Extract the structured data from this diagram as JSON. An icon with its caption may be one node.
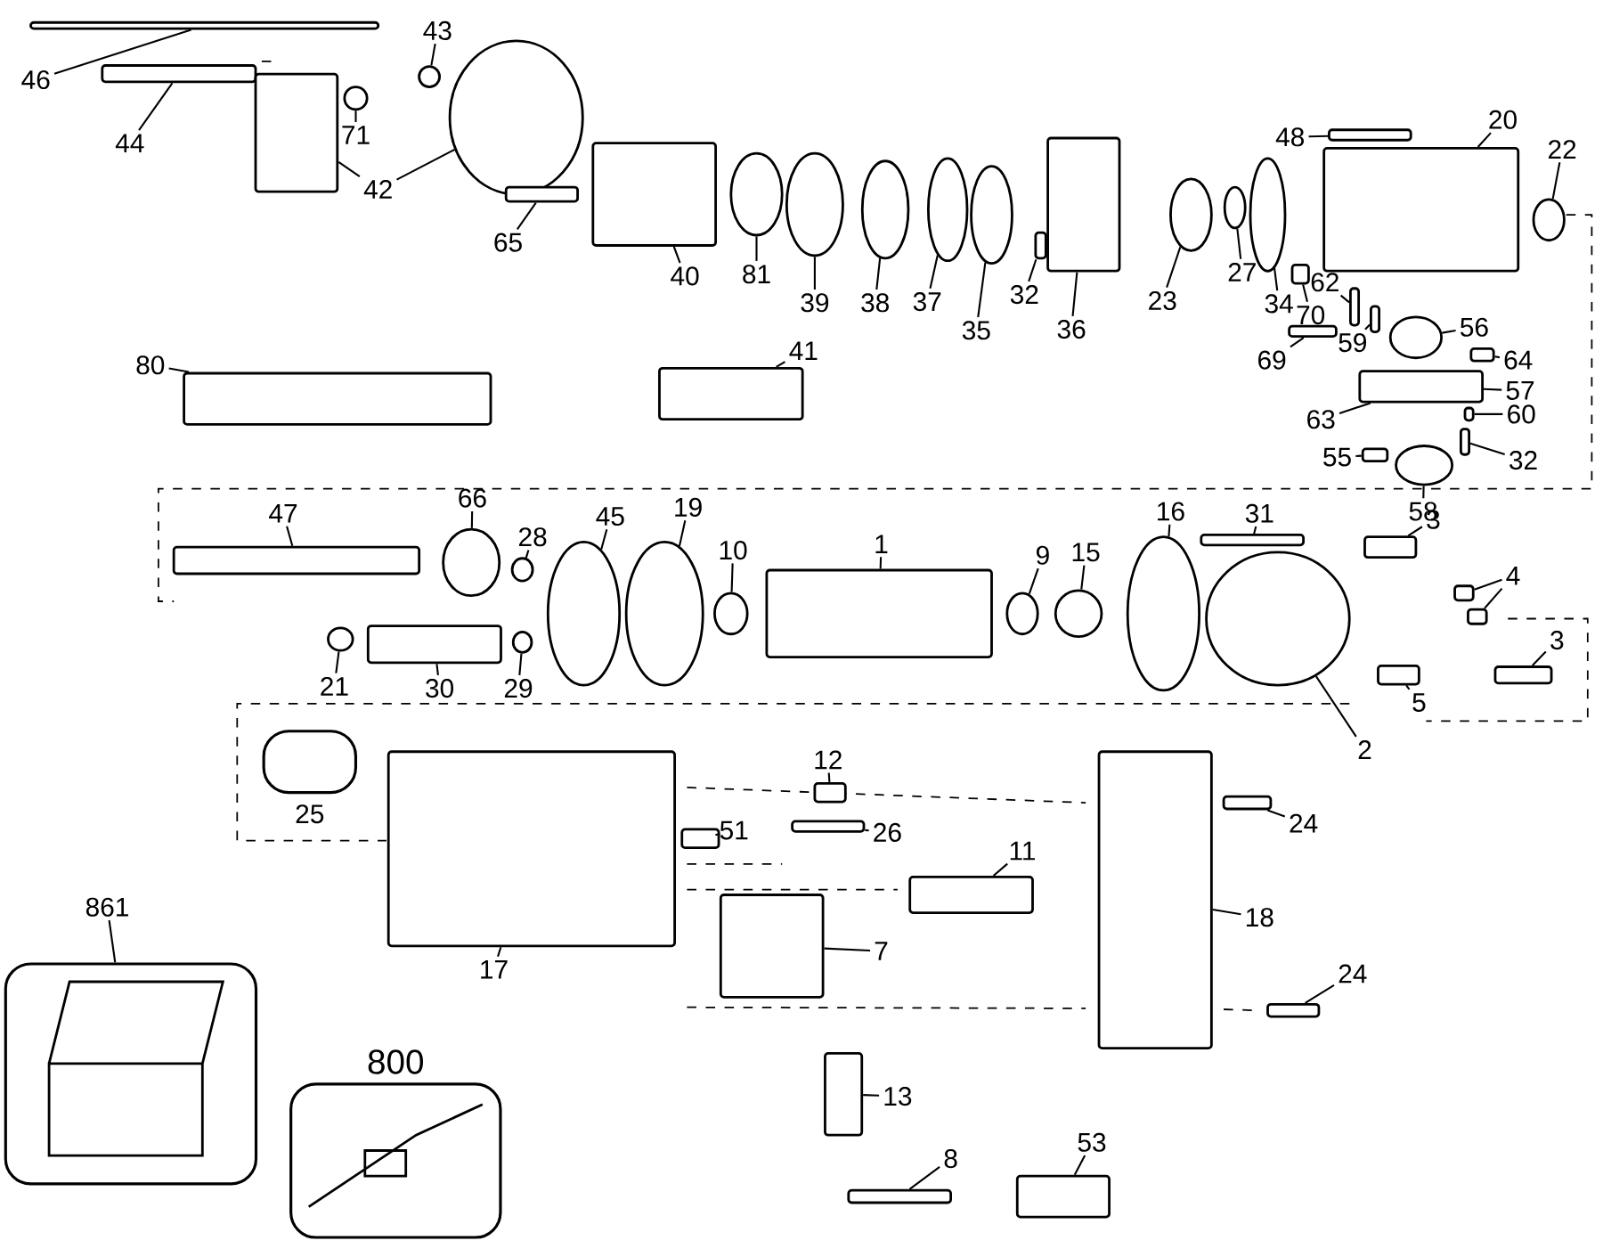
{
  "diagram": {
    "nodes": [
      {
        "text": [
          "46"
        ]
      },
      {
        "text": [],
        "shape": "box"
      },
      {
        "text": [
          "44"
        ]
      },
      {
        "text": [],
        "shape": "box"
      },
      {
        "text": [
          "71"
        ]
      },
      {
        "text": [],
        "shape": "ellipse"
      },
      {
        "text": [
          "42"
        ]
      },
      {
        "text": [],
        "shape": "box"
      },
      {
        "text": [],
        "shape": "ellipse"
      },
      {
        "text": [
          "43"
        ]
      },
      {
        "text": [],
        "shape": "ellipse"
      },
      {
        "text": [
          "65"
        ]
      },
      {
        "text": [],
        "shape": "box"
      },
      {
        "text": [
          "40"
        ]
      },
      {
        "text": [],
        "shape": "box"
      },
      {
        "text": [
          "81"
        ]
      },
      {
        "text": [],
        "shape": "ellipse"
      },
      {
        "text": [
          "39"
        ]
      },
      {
        "text": [],
        "shape": "ellipse"
      },
      {
        "text": [
          "38"
        ]
      },
      {
        "text": [],
        "shape": "ellipse"
      },
      {
        "text": [
          "37"
        ]
      },
      {
        "text": [],
        "shape": "ellipse"
      },
      {
        "text": [
          "35"
        ]
      },
      {
        "text": [],
        "shape": "ellipse"
      },
      {
        "text": [
          "32"
        ]
      },
      {
        "text": [],
        "shape": "box"
      },
      {
        "text": [
          "36"
        ]
      },
      {
        "text": [],
        "shape": "box"
      },
      {
        "text": [
          "23"
        ]
      },
      {
        "text": [],
        "shape": "ellipse"
      },
      {
        "text": [
          "27"
        ]
      },
      {
        "text": [],
        "shape": "ellipse"
      },
      {
        "text": [
          "34"
        ]
      },
      {
        "text": [],
        "shape": "ellipse"
      },
      {
        "text": [
          "48"
        ]
      },
      {
        "text": [],
        "shape": "box"
      },
      {
        "text": [
          "20"
        ]
      },
      {
        "text": [],
        "shape": "box"
      },
      {
        "text": [
          "22"
        ]
      },
      {
        "text": [],
        "shape": "ellipse"
      },
      {
        "text": [
          "70"
        ]
      },
      {
        "text": [],
        "shape": "box"
      },
      {
        "text": [
          "62"
        ]
      },
      {
        "text": [],
        "shape": "box"
      },
      {
        "text": [
          "59"
        ]
      },
      {
        "text": [],
        "shape": "box"
      },
      {
        "text": [
          "69"
        ]
      },
      {
        "text": [],
        "shape": "box"
      },
      {
        "text": [
          "56"
        ]
      },
      {
        "text": [],
        "shape": "ellipse"
      },
      {
        "text": [
          "64"
        ]
      },
      {
        "text": [],
        "shape": "box"
      },
      {
        "text": [
          "57"
        ]
      },
      {
        "text": [],
        "shape": "box"
      },
      {
        "text": [
          "63"
        ]
      },
      {
        "text": [
          "60"
        ]
      },
      {
        "text": [],
        "shape": "box"
      },
      {
        "text": [
          "55"
        ]
      },
      {
        "text": [],
        "shape": "box"
      },
      {
        "text": [
          "32"
        ]
      },
      {
        "text": [],
        "shape": "box"
      },
      {
        "text": [
          "58"
        ]
      },
      {
        "text": [],
        "shape": "ellipse"
      },
      {
        "text": [
          "80"
        ]
      },
      {
        "text": [],
        "shape": "box"
      },
      {
        "text": [
          "41"
        ]
      },
      {
        "text": [],
        "shape": "box"
      },
      {
        "text": [
          "47"
        ]
      },
      {
        "text": [],
        "shape": "box"
      },
      {
        "text": [
          "66"
        ]
      },
      {
        "text": [],
        "shape": "ellipse"
      },
      {
        "text": [
          "28"
        ]
      },
      {
        "text": [],
        "shape": "ellipse"
      },
      {
        "text": [
          "45"
        ]
      },
      {
        "text": [],
        "shape": "ellipse"
      },
      {
        "text": [
          "19"
        ]
      },
      {
        "text": [],
        "shape": "ellipse"
      },
      {
        "text": [
          "10"
        ]
      },
      {
        "text": [],
        "shape": "ellipse"
      },
      {
        "text": [
          "1"
        ]
      },
      {
        "text": [],
        "shape": "box"
      },
      {
        "text": [
          "9"
        ]
      },
      {
        "text": [],
        "shape": "ellipse"
      },
      {
        "text": [
          "15"
        ]
      },
      {
        "text": [],
        "shape": "ellipse"
      },
      {
        "text": [
          "16"
        ]
      },
      {
        "text": [],
        "shape": "ellipse"
      },
      {
        "text": [
          "31"
        ]
      },
      {
        "text": [],
        "shape": "box"
      },
      {
        "text": [
          "3"
        ]
      },
      {
        "text": [],
        "shape": "box"
      },
      {
        "text": [
          "4"
        ]
      },
      {
        "text": [],
        "shape": "box"
      },
      {
        "text": [],
        "shape": "box"
      },
      {
        "text": [
          "3"
        ]
      },
      {
        "text": [],
        "shape": "box"
      },
      {
        "text": [
          "5"
        ]
      },
      {
        "text": [],
        "shape": "box"
      },
      {
        "text": [
          "2"
        ]
      },
      {
        "text": [],
        "shape": "ellipse"
      },
      {
        "text": [
          "21"
        ]
      },
      {
        "text": [],
        "shape": "ellipse"
      },
      {
        "text": [
          "30"
        ]
      },
      {
        "text": [],
        "shape": "box"
      },
      {
        "text": [
          "29"
        ]
      },
      {
        "text": [],
        "shape": "ellipse"
      },
      {
        "text": [],
        "shape": "box",
        "beside": [
          "25"
        ]
      },
      {
        "text": [
          "12"
        ]
      },
      {
        "text": [],
        "shape": "box"
      },
      {
        "text": [
          "26"
        ]
      },
      {
        "text": [],
        "shape": "box"
      },
      {
        "text": [
          "51"
        ]
      },
      {
        "text": [],
        "shape": "box"
      },
      {
        "text": [
          "24"
        ]
      },
      {
        "text": [],
        "shape": "box"
      },
      {
        "text": [
          "11"
        ]
      },
      {
        "text": [],
        "shape": "box"
      },
      {
        "text": [
          "17"
        ]
      },
      {
        "text": [],
        "shape": "box"
      },
      {
        "text": [
          "7"
        ]
      },
      {
        "text": [],
        "shape": "box"
      },
      {
        "text": [
          "18"
        ]
      },
      {
        "text": [],
        "shape": "box"
      },
      {
        "text": [
          "24"
        ]
      },
      {
        "text": [],
        "shape": "box"
      },
      {
        "text": [
          "13"
        ]
      },
      {
        "text": [],
        "shape": "box"
      },
      {
        "text": [
          "8"
        ]
      },
      {
        "text": [],
        "shape": "box"
      },
      {
        "text": [
          "53"
        ]
      },
      {
        "text": [],
        "shape": "box"
      },
      {
        "text": [
          "861"
        ]
      },
      {
        "text": [],
        "shape": "box"
      },
      {
        "text": [
          "800"
        ]
      }
    ],
    "edges": [
      {
        "from": 0,
        "to": 1,
        "arrow": "none"
      },
      {
        "from": 2,
        "to": 3,
        "arrow": "none"
      },
      {
        "from": 4,
        "to": 5,
        "arrow": "none"
      },
      {
        "from": 6,
        "to": 7,
        "arrow": "none"
      },
      {
        "from": 6,
        "to": 8,
        "arrow": "none"
      },
      {
        "from": 9,
        "to": 10,
        "arrow": "none"
      },
      {
        "from": 11,
        "to": 12,
        "arrow": "none"
      },
      {
        "from": 13,
        "to": 14,
        "arrow": "none"
      },
      {
        "from": 15,
        "to": 16,
        "arrow": "none"
      },
      {
        "from": 17,
        "to": 18,
        "arrow": "none"
      },
      {
        "from": 19,
        "to": 20,
        "arrow": "none"
      },
      {
        "from": 21,
        "to": 22,
        "arrow": "none"
      },
      {
        "from": 23,
        "to": 24,
        "arrow": "none"
      },
      {
        "from": 25,
        "to": 26,
        "arrow": "none"
      },
      {
        "from": 27,
        "to": 28,
        "arrow": "none"
      },
      {
        "from": 29,
        "to": 30,
        "arrow": "none"
      },
      {
        "from": 31,
        "to": 32,
        "arrow": "none"
      },
      {
        "from": 33,
        "to": 34,
        "arrow": "none"
      },
      {
        "from": 35,
        "to": 36,
        "arrow": "none"
      },
      {
        "from": 37,
        "to": 38,
        "arrow": "none"
      },
      {
        "from": 39,
        "to": 40,
        "arrow": "none"
      },
      {
        "from": 41,
        "to": 42,
        "arrow": "none"
      },
      {
        "from": 43,
        "to": 44,
        "arrow": "none"
      },
      {
        "from": 45,
        "to": 46,
        "arrow": "none"
      },
      {
        "from": 47,
        "to": 48,
        "arrow": "none"
      },
      {
        "from": 49,
        "to": 50,
        "arrow": "none"
      },
      {
        "from": 51,
        "to": 52,
        "arrow": "none"
      },
      {
        "from": 53,
        "to": 54,
        "arrow": "none"
      },
      {
        "from": 55,
        "to": 54,
        "arrow": "none"
      },
      {
        "from": 56,
        "to": 57,
        "arrow": "none"
      },
      {
        "from": 58,
        "to": 59,
        "arrow": "none"
      },
      {
        "from": 60,
        "to": 61,
        "arrow": "none"
      },
      {
        "from": 62,
        "to": 63,
        "arrow": "none"
      },
      {
        "from": 64,
        "to": 65,
        "arrow": "none"
      },
      {
        "from": 66,
        "to": 67,
        "arrow": "none"
      },
      {
        "from": 68,
        "to": 69,
        "arrow": "none"
      },
      {
        "from": 70,
        "to": 71,
        "arrow": "none"
      },
      {
        "from": 72,
        "to": 73,
        "arrow": "none"
      },
      {
        "from": 74,
        "to": 75,
        "arrow": "none"
      },
      {
        "from": 76,
        "to": 77,
        "arrow": "none"
      },
      {
        "from": 78,
        "to": 79,
        "arrow": "none"
      },
      {
        "from": 80,
        "to": 81,
        "arrow": "none"
      },
      {
        "from": 82,
        "to": 83,
        "arrow": "none"
      },
      {
        "from": 84,
        "to": 85,
        "arrow": "none"
      },
      {
        "from": 86,
        "to": 87,
        "arrow": "none"
      },
      {
        "from": 88,
        "to": 89,
        "arrow": "none"
      },
      {
        "from": 90,
        "to": 91,
        "arrow": "none"
      },
      {
        "from": 92,
        "to": 93,
        "arrow": "none"
      },
      {
        "from": 92,
        "to": 94,
        "arrow": "none"
      },
      {
        "from": 95,
        "to": 96,
        "arrow": "none"
      },
      {
        "from": 97,
        "to": 98,
        "arrow": "none"
      },
      {
        "from": 99,
        "to": 100,
        "arrow": "none"
      },
      {
        "from": 101,
        "to": 102,
        "arrow": "none"
      },
      {
        "from": 103,
        "to": 104,
        "arrow": "none"
      },
      {
        "from": 105,
        "to": 106,
        "arrow": "none"
      },
      {
        "from": 108,
        "to": 109,
        "arrow": "none"
      },
      {
        "from": 110,
        "to": 111,
        "arrow": "none"
      },
      {
        "from": 112,
        "to": 113,
        "arrow": "none"
      },
      {
        "from": 114,
        "to": 115,
        "arrow": "none"
      },
      {
        "from": 116,
        "to": 117,
        "arrow": "none"
      },
      {
        "from": 118,
        "to": 119,
        "arrow": "none"
      },
      {
        "from": 120,
        "to": 121,
        "arrow": "none"
      },
      {
        "from": 122,
        "to": 123,
        "arrow": "none"
      },
      {
        "from": 124,
        "to": 125,
        "arrow": "none"
      },
      {
        "from": 126,
        "to": 127,
        "arrow": "none"
      },
      {
        "from": 128,
        "to": 129,
        "arrow": "none"
      },
      {
        "from": 130,
        "to": 131,
        "arrow": "none"
      },
      {
        "from": 132,
        "to": 133,
        "arrow": "none"
      }
    ]
  }
}
